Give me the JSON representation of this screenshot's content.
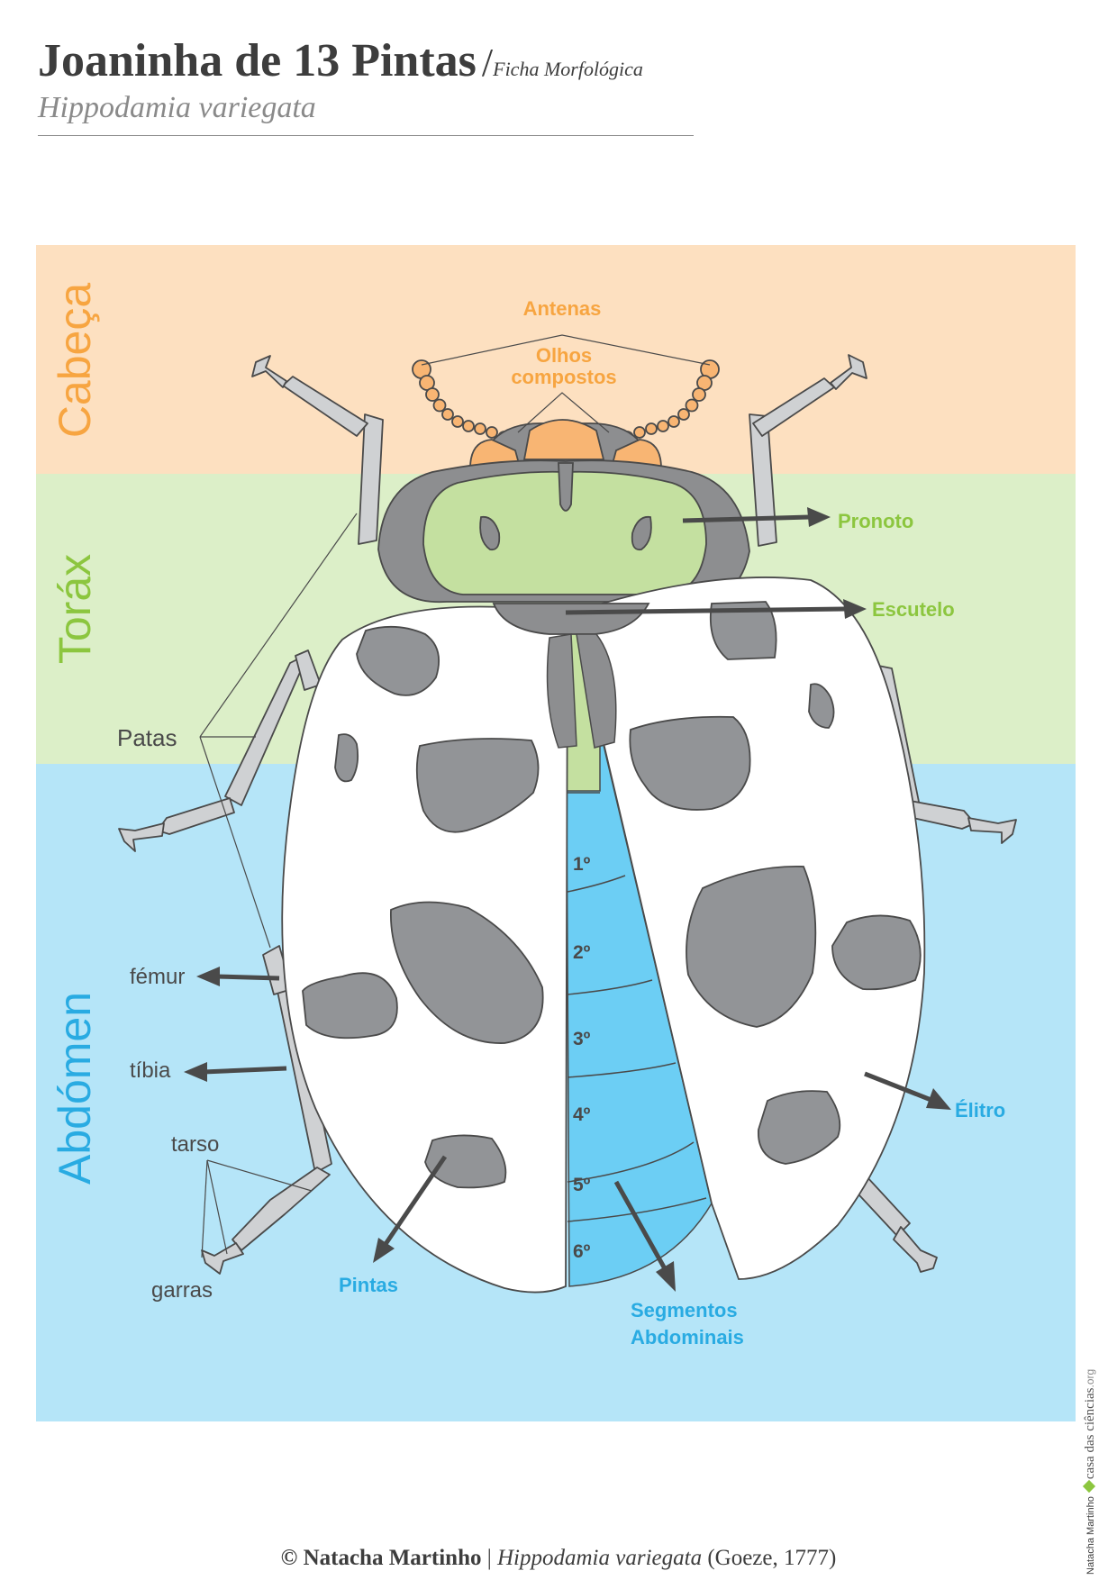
{
  "header": {
    "title": "Joaninha de 13 Pintas",
    "separator": "/",
    "subtitle": "Ficha Morfológica",
    "species": "Hippodamia variegata"
  },
  "bands": {
    "head": "Cabeça",
    "thorax": "Toráx",
    "abdomen": "Abdómen"
  },
  "labels": {
    "antennae": "Antenas",
    "eyes_1": "Olhos",
    "eyes_2": "compostos",
    "pronotum": "Pronoto",
    "scutellum": "Escutelo",
    "legs": "Patas",
    "femur": "fémur",
    "tibia": "tíbia",
    "tarsus": "tarso",
    "claws": "garras",
    "spots": "Pintas",
    "segments_1": "Segmentos",
    "segments_2": "Abdominais",
    "elytron": "Élitro"
  },
  "segments": [
    "1º",
    "2º",
    "3º",
    "4º",
    "5º",
    "6º"
  ],
  "footer": {
    "copyright": "© Natacha Martinho",
    "separator": "|",
    "species": "Hippodamia variegata",
    "author": "(Goeze, 1777)"
  },
  "credit": {
    "name": "Natacha Martinho",
    "site": "casa das ciências",
    "tld": ".org"
  },
  "colors": {
    "head_band": "#fde0c0",
    "thorax_band": "#dcefc8",
    "abdomen_band": "#b5e5f8",
    "head_text": "#f7a541",
    "thorax_text": "#8cc63f",
    "abdomen_text": "#29abe2",
    "pronotum": "#c4e0a0",
    "segments": "#6ccef4",
    "spots": "#929497",
    "legs": "#cfd1d3",
    "outline": "#4a4a4a"
  }
}
